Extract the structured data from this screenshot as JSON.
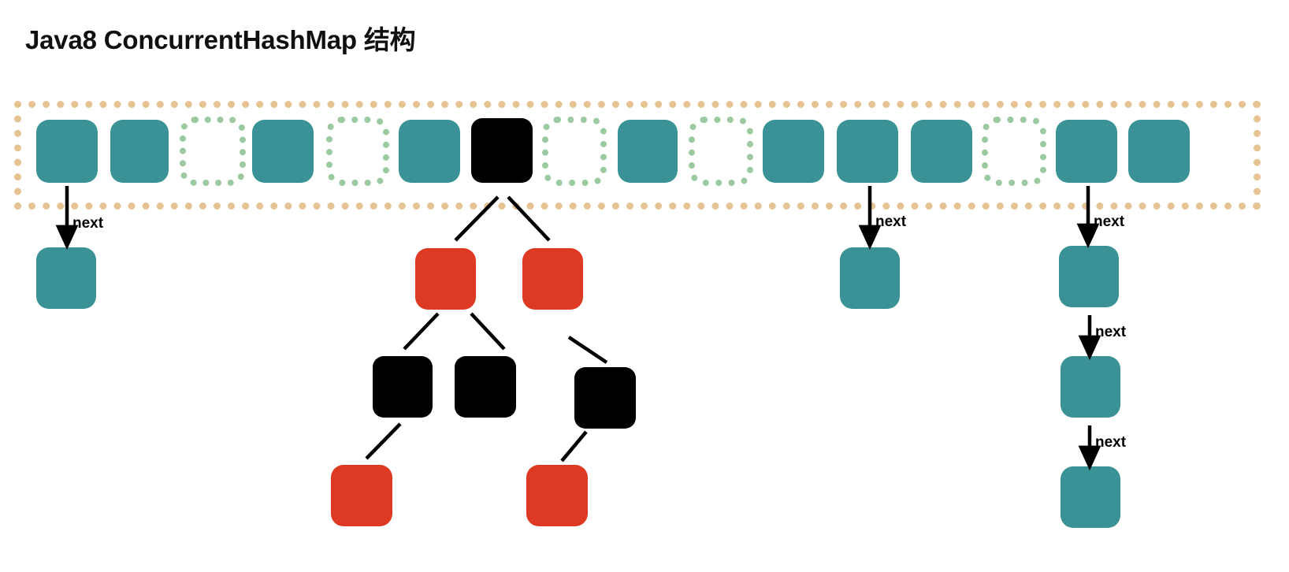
{
  "title": "Java8 ConcurrentHashMap 结构",
  "colors": {
    "teal": "#3a9296",
    "black": "#000000",
    "red": "#de3a23",
    "empty_border": "#9bc9a0",
    "array_border": "#e6c392",
    "background": "#ffffff",
    "text": "#101010"
  },
  "array": {
    "name": "hash-table-array",
    "cell_count": 16,
    "cells": [
      {
        "index": 0,
        "state": "occupied",
        "type": "linked-list-head",
        "color": "teal"
      },
      {
        "index": 1,
        "state": "occupied",
        "type": "node",
        "color": "teal"
      },
      {
        "index": 2,
        "state": "empty",
        "type": "null",
        "color": "empty"
      },
      {
        "index": 3,
        "state": "occupied",
        "type": "node",
        "color": "teal"
      },
      {
        "index": 4,
        "state": "empty",
        "type": "null",
        "color": "empty"
      },
      {
        "index": 5,
        "state": "occupied",
        "type": "node",
        "color": "teal"
      },
      {
        "index": 6,
        "state": "occupied",
        "type": "tree-bin-root",
        "color": "black"
      },
      {
        "index": 7,
        "state": "empty",
        "type": "null",
        "color": "empty"
      },
      {
        "index": 8,
        "state": "occupied",
        "type": "node",
        "color": "teal"
      },
      {
        "index": 9,
        "state": "empty",
        "type": "null",
        "color": "empty"
      },
      {
        "index": 10,
        "state": "occupied",
        "type": "node",
        "color": "teal"
      },
      {
        "index": 11,
        "state": "occupied",
        "type": "linked-list-head",
        "color": "teal"
      },
      {
        "index": 12,
        "state": "occupied",
        "type": "node",
        "color": "teal"
      },
      {
        "index": 13,
        "state": "empty",
        "type": "null",
        "color": "empty"
      },
      {
        "index": 14,
        "state": "occupied",
        "type": "linked-list-head",
        "color": "teal"
      },
      {
        "index": 15,
        "state": "occupied",
        "type": "node",
        "color": "teal"
      }
    ]
  },
  "chains": [
    {
      "name": "chain-bucket-0",
      "from_cell": 0,
      "nodes": [
        {
          "color": "teal"
        }
      ],
      "links": [
        {
          "label": "next"
        }
      ]
    },
    {
      "name": "chain-bucket-11",
      "from_cell": 11,
      "nodes": [
        {
          "color": "teal"
        }
      ],
      "links": [
        {
          "label": "next"
        }
      ]
    },
    {
      "name": "chain-bucket-14",
      "from_cell": 14,
      "nodes": [
        {
          "color": "teal"
        },
        {
          "color": "teal"
        },
        {
          "color": "teal"
        }
      ],
      "links": [
        {
          "label": "next"
        },
        {
          "label": "next"
        },
        {
          "label": "next"
        }
      ]
    }
  ],
  "tree": {
    "name": "red-black-tree-bucket-6",
    "root": {
      "color": "black",
      "level": 0
    },
    "nodes": [
      {
        "id": "root",
        "color": "black",
        "level": 0
      },
      {
        "id": "l",
        "color": "red",
        "level": 1
      },
      {
        "id": "r",
        "color": "red",
        "level": 1
      },
      {
        "id": "ll",
        "color": "black",
        "level": 2
      },
      {
        "id": "lr",
        "color": "black",
        "level": 2
      },
      {
        "id": "rr",
        "color": "black",
        "level": 2
      },
      {
        "id": "lll",
        "color": "red",
        "level": 3
      },
      {
        "id": "rrl",
        "color": "red",
        "level": 3
      }
    ],
    "edges": [
      {
        "from": "root",
        "to": "l"
      },
      {
        "from": "root",
        "to": "r"
      },
      {
        "from": "l",
        "to": "ll"
      },
      {
        "from": "l",
        "to": "lr"
      },
      {
        "from": "r",
        "to": "rr"
      },
      {
        "from": "ll",
        "to": "lll"
      },
      {
        "from": "rr",
        "to": "rrl"
      }
    ]
  },
  "labels": {
    "next": "next",
    "next_0": "next",
    "next_11": "next",
    "next_14_1": "next",
    "next_14_2": "next",
    "next_14_3": "next"
  }
}
